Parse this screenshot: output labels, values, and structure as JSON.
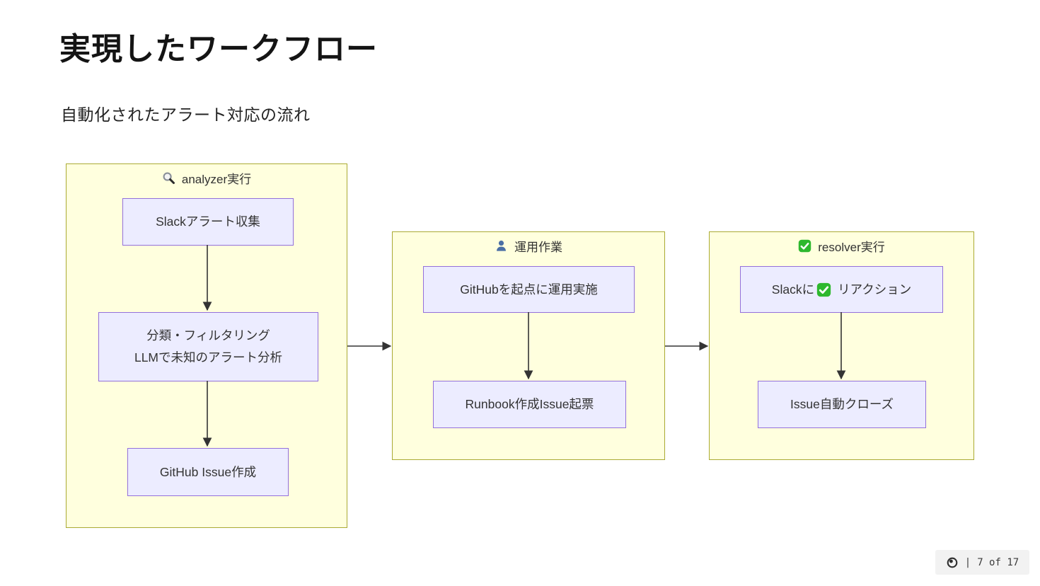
{
  "slide": {
    "title": "実現したワークフロー",
    "subtitle": "自動化されたアラート対応の流れ"
  },
  "diagram": {
    "type": "flowchart",
    "groups": [
      {
        "id": "analyzer",
        "icon": "magnifier-icon",
        "title": "analyzer実行",
        "nodes": [
          {
            "line1": "Slackアラート収集"
          },
          {
            "line1": "分類・フィルタリング",
            "line2": "LLMで未知のアラート分析"
          },
          {
            "line1": "GitHub Issue作成"
          }
        ]
      },
      {
        "id": "operation",
        "icon": "person-icon",
        "title": "運用作業",
        "nodes": [
          {
            "line1": "GitHubを起点に運用実施"
          },
          {
            "line1": "Runbook作成Issue起票"
          }
        ]
      },
      {
        "id": "resolver",
        "icon": "check-icon",
        "title": "resolver実行",
        "nodes": [
          {
            "text_before": "Slackに",
            "inline_icon": "check-icon",
            "text_after": "リアクション"
          },
          {
            "line1": "Issue自動クローズ"
          }
        ]
      }
    ],
    "flow": [
      "Slackアラート収集 -> 分類・フィルタリング LLMで未知のアラート分析",
      "分類・フィルタリング LLMで未知のアラート分析 -> GitHub Issue作成",
      "analyzer実行 -> 運用作業",
      "GitHubを起点に運用実施 -> Runbook作成Issue起票",
      "運用作業 -> resolver実行",
      "Slackに✅ リアクション -> Issue自動クローズ"
    ],
    "colors": {
      "group_fill": "#ffffde",
      "group_border": "#aaaa33",
      "node_fill": "#ececff",
      "node_border": "#9370db",
      "arrow": "#333333",
      "check_green": "#2eb82e",
      "person_blue": "#4b6fa5"
    }
  },
  "footer": {
    "icon": "record-icon",
    "separator": "|",
    "page_text": "7 of 17"
  }
}
